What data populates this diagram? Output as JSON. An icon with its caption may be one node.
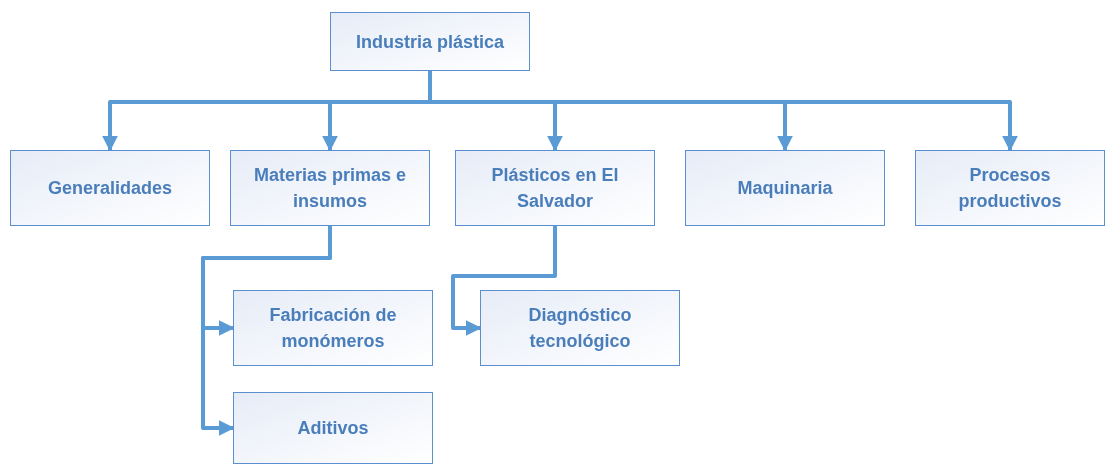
{
  "diagram": {
    "nodes": [
      {
        "text": [
          "Industria plástica"
        ]
      },
      {
        "text": [
          "Generalidades"
        ]
      },
      {
        "text": [
          "Materias primas e insumos"
        ]
      },
      {
        "text": [
          "Plásticos en El Salvador"
        ]
      },
      {
        "text": [
          "Maquinaria"
        ]
      },
      {
        "text": [
          "Procesos productivos"
        ]
      },
      {
        "text": [
          "Fabricación de monómeros"
        ]
      },
      {
        "text": [
          "Diagnóstico tecnológico"
        ]
      },
      {
        "text": [
          "Aditivos"
        ]
      }
    ],
    "edges": [
      {
        "from": 0,
        "to": 1,
        "arrow": "to"
      },
      {
        "from": 0,
        "to": 2,
        "arrow": "to"
      },
      {
        "from": 0,
        "to": 3,
        "arrow": "to"
      },
      {
        "from": 0,
        "to": 4,
        "arrow": "to"
      },
      {
        "from": 0,
        "to": 5,
        "arrow": "to"
      },
      {
        "from": 2,
        "to": 6,
        "arrow": "to"
      },
      {
        "from": 2,
        "to": 8,
        "arrow": "to"
      },
      {
        "from": 3,
        "to": 7,
        "arrow": "to"
      }
    ]
  }
}
